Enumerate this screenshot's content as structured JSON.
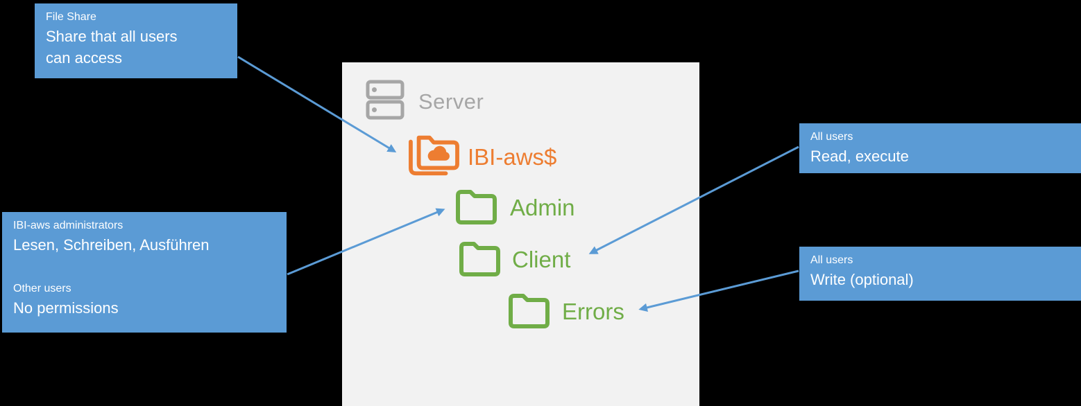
{
  "colors": {
    "background": "#000000",
    "panel_bg": "#F2F2F2",
    "accent_blue": "#5B9BD5",
    "accent_orange": "#ED7D31",
    "accent_green": "#70AD47",
    "accent_gray": "#A6A6A6",
    "text_white": "#FFFFFF"
  },
  "tree": {
    "root": {
      "label": "Server",
      "icon": "server-stack-icon"
    },
    "items": [
      {
        "label": "IBI-aws$",
        "level": 1,
        "icon": "shared-folder-cloud-icon",
        "color": "#ED7D31"
      },
      {
        "label": "Admin",
        "level": 2,
        "icon": "folder-icon",
        "color": "#70AD47"
      },
      {
        "label": "Client",
        "level": 2,
        "icon": "folder-icon",
        "color": "#70AD47"
      },
      {
        "label": "Errors",
        "level": 3,
        "icon": "folder-icon",
        "color": "#70AD47"
      }
    ]
  },
  "callouts": {
    "file_share": {
      "title": "File Share",
      "body": "Share that all users can access"
    },
    "admin_permissions": {
      "group1_title": "IBI-aws administrators",
      "group1_body": "Lesen, Schreiben, Ausführen",
      "group2_title": "Other users",
      "group2_body": "No permissions"
    },
    "client_permissions": {
      "title": "All users",
      "body": "Read, execute"
    },
    "errors_permissions": {
      "title": "All users",
      "body": "Write (optional)"
    }
  }
}
